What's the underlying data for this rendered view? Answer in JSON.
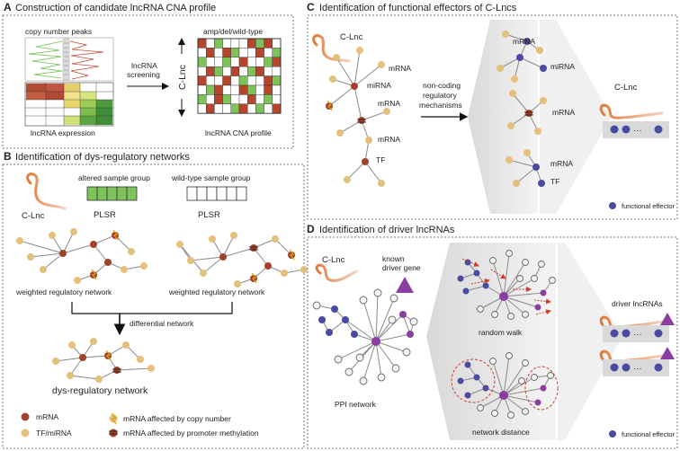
{
  "panel_a": {
    "letter": "A",
    "title": "Construction of candidate lncRNA CNA profile",
    "copy_number_label": "copy number peaks",
    "expression_label": "lncRNA expression",
    "screening_line1": "lncRNA",
    "screening_line2": "screening",
    "amp_label": "amp/del/wild-type",
    "axis_label": "C-Lnc",
    "profile_label": "lncRNA CNA profile"
  },
  "panel_b": {
    "letter": "B",
    "title": "Identification of dys-regulatory networks",
    "clnc_label": "C-Lnc",
    "altered_label": "altered sample group",
    "wildtype_label": "wild-type sample group",
    "plsr_left": "PLSR",
    "plsr_right": "PLSR",
    "weighted_left": "weighted regulatory network",
    "weighted_right": "weighted regulatory network",
    "differential_label": "differential network",
    "dys_label": "dys-regulatory network",
    "legend": {
      "mrna": "mRNA",
      "tf_mirna": "TF/miRNA",
      "copy_number": "mRNA affected by copy number",
      "methylation": "mRNA affected by promoter methylation"
    }
  },
  "panel_c": {
    "letter": "C",
    "title": "Identification of functional effectors of C-Lncs",
    "clnc_label": "C-Lnc",
    "mrna_top": "mRNA",
    "mirna": "miRNA",
    "mrna_mid": "mRNA",
    "mrna_low": "mRNA",
    "tf": "TF",
    "arrow_line1": "non-coding",
    "arrow_line2": "regulatory",
    "arrow_line3": "mechanisms",
    "r1_mrna": "mRNA",
    "r1_mirna": "miRNA",
    "r2_mrna": "mRNA",
    "r3_mrna": "mRNA",
    "r3_tf": "TF",
    "result_clnc": "C-Lnc",
    "dots_text": "···",
    "legend": "functional effector"
  },
  "panel_d": {
    "letter": "D",
    "title": "Identification of driver lncRNAs",
    "clnc_label": "C-Lnc",
    "known_line1": "known",
    "known_line2": "driver gene",
    "ppi_label": "PPI network",
    "random_walk": "random walk",
    "network_distance": "network distance",
    "driver_label": "driver lncRNAs",
    "dots1": "···",
    "dots2": "···",
    "legend": "functional effector"
  },
  "colors": {
    "brown": "#a0432a",
    "tan": "#e3c07c",
    "green": "#7ec35a",
    "dark_green": "#3f8f3a",
    "red": "#b5452d",
    "blue": "#4a4aa0",
    "purple": "#8a3fa0",
    "gray_node": "#f2f2f2",
    "orange_line": "#e07b3a"
  }
}
